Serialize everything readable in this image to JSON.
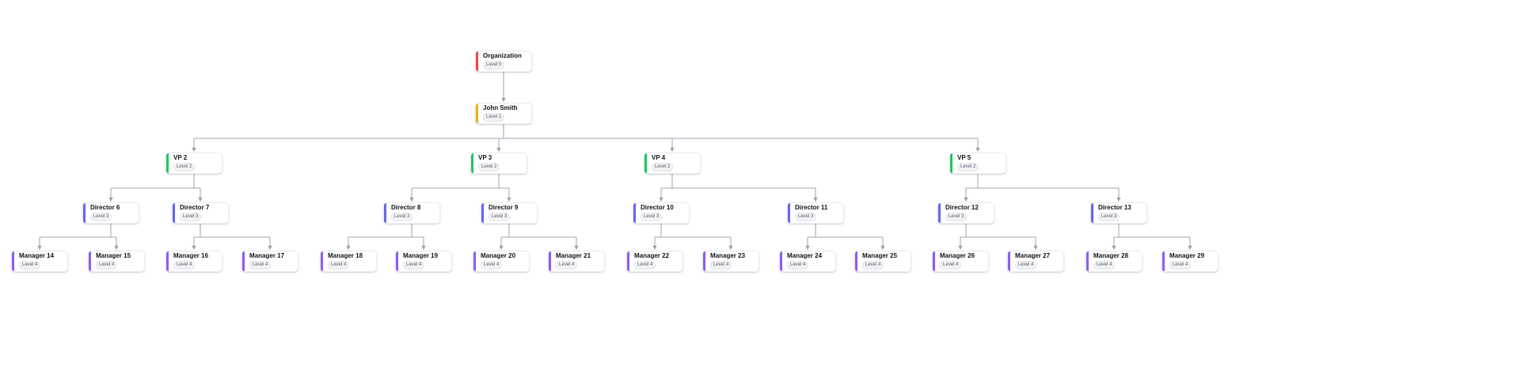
{
  "chart": {
    "connector_color": "#9ca3af",
    "level_colors": {
      "0": "#ef4444",
      "1": "#eab308",
      "2": "#22c55e",
      "3": "#6366f1",
      "4": "#8b5cf6"
    },
    "nodes": [
      {
        "id": "org",
        "name": "Organization",
        "level": 0,
        "level_label": "Level 0"
      },
      {
        "id": "john",
        "name": "John Smith",
        "level": 1,
        "level_label": "Level 1"
      },
      {
        "id": "vp2",
        "name": "VP 2",
        "level": 2,
        "level_label": "Level 2"
      },
      {
        "id": "vp3",
        "name": "VP 3",
        "level": 2,
        "level_label": "Level 2"
      },
      {
        "id": "vp4",
        "name": "VP 4",
        "level": 2,
        "level_label": "Level 2"
      },
      {
        "id": "vp5",
        "name": "VP 5",
        "level": 2,
        "level_label": "Level 2"
      },
      {
        "id": "d6",
        "name": "Director 6",
        "level": 3,
        "level_label": "Level 3"
      },
      {
        "id": "d7",
        "name": "Director 7",
        "level": 3,
        "level_label": "Level 3"
      },
      {
        "id": "d8",
        "name": "Director 8",
        "level": 3,
        "level_label": "Level 3"
      },
      {
        "id": "d9",
        "name": "Director 9",
        "level": 3,
        "level_label": "Level 3"
      },
      {
        "id": "d10",
        "name": "Director 10",
        "level": 3,
        "level_label": "Level 3"
      },
      {
        "id": "d11",
        "name": "Director 11",
        "level": 3,
        "level_label": "Level 3"
      },
      {
        "id": "d12",
        "name": "Director 12",
        "level": 3,
        "level_label": "Level 3"
      },
      {
        "id": "d13",
        "name": "Director 13",
        "level": 3,
        "level_label": "Level 3"
      },
      {
        "id": "m14",
        "name": "Manager 14",
        "level": 4,
        "level_label": "Level 4"
      },
      {
        "id": "m15",
        "name": "Manager 15",
        "level": 4,
        "level_label": "Level 4"
      },
      {
        "id": "m16",
        "name": "Manager 16",
        "level": 4,
        "level_label": "Level 4"
      },
      {
        "id": "m17",
        "name": "Manager 17",
        "level": 4,
        "level_label": "Level 4"
      },
      {
        "id": "m18",
        "name": "Manager 18",
        "level": 4,
        "level_label": "Level 4"
      },
      {
        "id": "m19",
        "name": "Manager 19",
        "level": 4,
        "level_label": "Level 4"
      },
      {
        "id": "m20",
        "name": "Manager 20",
        "level": 4,
        "level_label": "Level 4"
      },
      {
        "id": "m21",
        "name": "Manager 21",
        "level": 4,
        "level_label": "Level 4"
      },
      {
        "id": "m22",
        "name": "Manager 22",
        "level": 4,
        "level_label": "Level 4"
      },
      {
        "id": "m23",
        "name": "Manager 23",
        "level": 4,
        "level_label": "Level 4"
      },
      {
        "id": "m24",
        "name": "Manager 24",
        "level": 4,
        "level_label": "Level 4"
      },
      {
        "id": "m25",
        "name": "Manager 25",
        "level": 4,
        "level_label": "Level 4"
      },
      {
        "id": "m26",
        "name": "Manager 26",
        "level": 4,
        "level_label": "Level 4"
      },
      {
        "id": "m27",
        "name": "Manager 27",
        "level": 4,
        "level_label": "Level 4"
      },
      {
        "id": "m28",
        "name": "Manager 28",
        "level": 4,
        "level_label": "Level 4"
      },
      {
        "id": "m29",
        "name": "Manager 29",
        "level": 4,
        "level_label": "Level 4"
      }
    ],
    "edges": [
      [
        "org",
        "john"
      ],
      [
        "john",
        "vp2"
      ],
      [
        "john",
        "vp3"
      ],
      [
        "john",
        "vp4"
      ],
      [
        "john",
        "vp5"
      ],
      [
        "vp2",
        "d6"
      ],
      [
        "vp2",
        "d7"
      ],
      [
        "vp3",
        "d8"
      ],
      [
        "vp3",
        "d9"
      ],
      [
        "vp4",
        "d10"
      ],
      [
        "vp4",
        "d11"
      ],
      [
        "vp5",
        "d12"
      ],
      [
        "vp5",
        "d13"
      ],
      [
        "d6",
        "m14"
      ],
      [
        "d6",
        "m15"
      ],
      [
        "d7",
        "m16"
      ],
      [
        "d7",
        "m17"
      ],
      [
        "d8",
        "m18"
      ],
      [
        "d8",
        "m19"
      ],
      [
        "d9",
        "m20"
      ],
      [
        "d9",
        "m21"
      ],
      [
        "d10",
        "m22"
      ],
      [
        "d10",
        "m23"
      ],
      [
        "d11",
        "m24"
      ],
      [
        "d11",
        "m25"
      ],
      [
        "d12",
        "m26"
      ],
      [
        "d12",
        "m27"
      ],
      [
        "d13",
        "m28"
      ],
      [
        "d13",
        "m29"
      ]
    ]
  }
}
